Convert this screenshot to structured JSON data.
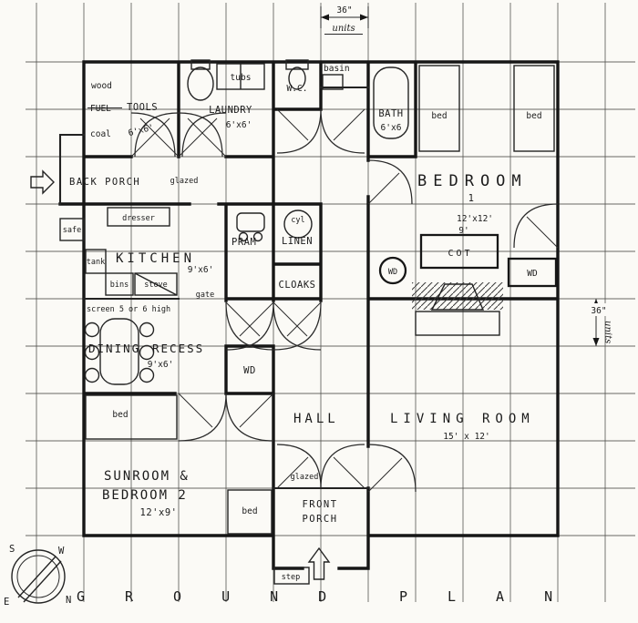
{
  "dimensions": {
    "top_value": "36\"",
    "top_unit": "units",
    "right_value": "36\"",
    "right_unit": "units"
  },
  "labels": {
    "wood": "wood",
    "fuel": "FUEL",
    "coal": "coal",
    "tools": "TOOLS",
    "tools_size": "6'x6'",
    "laundry": "LAUNDRY",
    "laundry_size": "6'x6'",
    "tubs": "tubs",
    "wc": "W.C.",
    "basin": "basin",
    "bath": "BATH",
    "bath_size": "6'x6",
    "bed_top_left": "bed",
    "bed_top_right": "bed",
    "bed_sunroom": "bed",
    "bed_porch": "bed",
    "bedroom": "BEDROOM",
    "bedroom_no": "1",
    "bedroom_size": "12'x12'",
    "bedroom_size2": "9'",
    "cot": "COT",
    "wd_circle": "WD",
    "wd_right": "WD",
    "wd_hall": "WD",
    "back_porch": "BACK PORCH",
    "glazed_back": "glazed",
    "glazed_front": "glazed",
    "safe": "safe",
    "dresser": "dresser",
    "kitchen": "KITCHEN",
    "kitchen_size": "9'x6'",
    "tank": "tank",
    "bins": "bins",
    "stove": "stove",
    "gate": "gate",
    "screen_note": "screen 5 or 6 high",
    "pram": "PRAM",
    "cyl": "cyl",
    "linen": "LINEN",
    "cloaks": "CLOAKS",
    "dining1": "DINING",
    "dining2": "RECESS",
    "dining_size": "9'x6'",
    "hall": "HALL",
    "living": "LIVING ROOM",
    "living_size": "15' x 12'",
    "sunroom1": "SUNROOM &",
    "sunroom2": "BEDROOM 2",
    "sunroom_size": "12'x9'",
    "front1": "FRONT",
    "front2": "PORCH",
    "step": "step"
  },
  "compass": {
    "n": "N",
    "s": "S",
    "e": "E",
    "w": "W"
  },
  "title": {
    "word1": "GROUND",
    "word2": "PLAN"
  }
}
